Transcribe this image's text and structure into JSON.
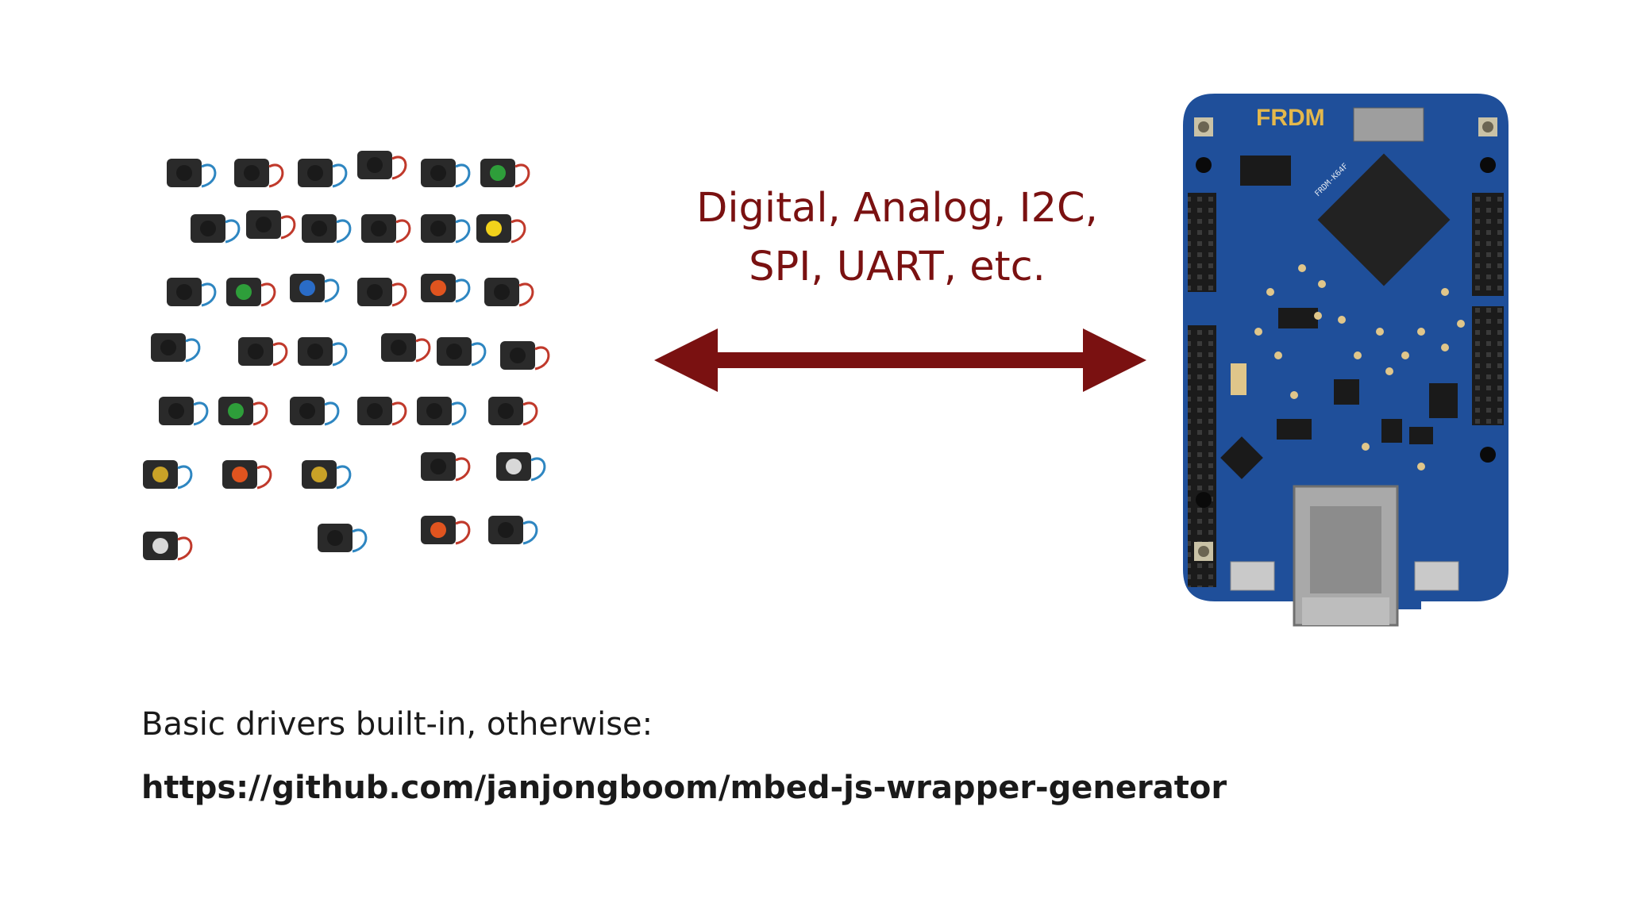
{
  "caption": {
    "line1": "Digital, Analog, I2C,",
    "line2": "SPI, UART, etc."
  },
  "board": {
    "logo_text": "FRDM",
    "chip_text": "FRDM-K64F"
  },
  "footer": {
    "note": "Basic drivers built-in, otherwise:",
    "link": "https://github.com/janjongboom/mbed-js-wrapper-generator"
  },
  "colors": {
    "accent": "#7a1111",
    "board": "#1f4f9a",
    "text": "#1a1a1a"
  }
}
